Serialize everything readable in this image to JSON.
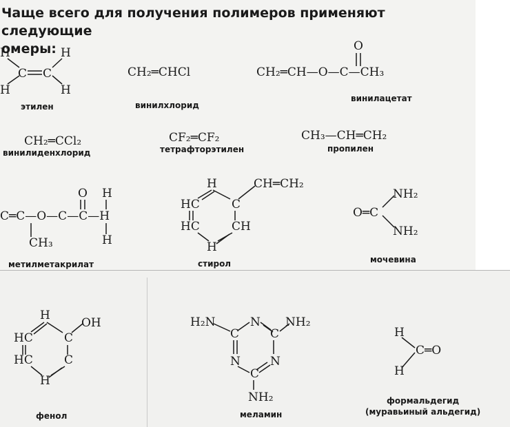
{
  "heading": {
    "line1": "Чаще всего для получения полимеров применяют следующие",
    "line2": "омеры:"
  },
  "labels": {
    "ethylene": "этилен",
    "vinyl_chloride": "винилхлорид",
    "vinyl_acetate": "винилацетат",
    "vinylidene_chloride": "винилиденхлорид",
    "tetrafluoroethylene": "тетрафторэтилен",
    "propylene": "пропилен",
    "methyl_methacrylate": "метилметакрилат",
    "styrene": "стирол",
    "urea": "мочевина",
    "phenol": "фенол",
    "melamine": "меламин",
    "formaldehyde": "формальдегид",
    "formaldehyde_alt": "(муравьиный альдегид)"
  },
  "formulas": {
    "vinyl_chloride": "CH₂═CHCl",
    "vinyl_acetate": "CH₂═CH—O—C—CH₃",
    "vinylidene_chloride": "CH₂═CCl₂",
    "tetrafluoroethylene": "CF₂═CF₂",
    "propylene": "CH₃—CH═CH₂"
  }
}
